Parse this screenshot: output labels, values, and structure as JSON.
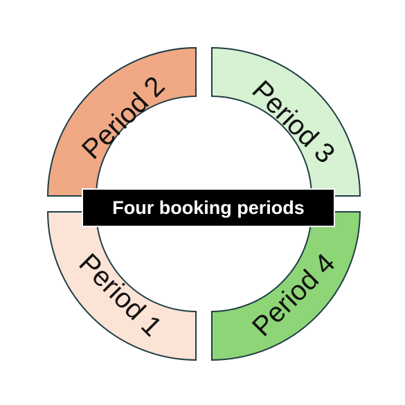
{
  "diagram": {
    "center_label": "Four booking periods",
    "segments": [
      {
        "id": "period-1",
        "label": "Period 1",
        "quadrant": "bottom-left",
        "color": "#fbe3d6"
      },
      {
        "id": "period-2",
        "label": "Period 2",
        "quadrant": "top-left",
        "color": "#f0a984"
      },
      {
        "id": "period-3",
        "label": "Period 3",
        "quadrant": "top-right",
        "color": "#d7f1d3"
      },
      {
        "id": "period-4",
        "label": "Period 4",
        "quadrant": "bottom-right",
        "color": "#8dd577"
      }
    ]
  }
}
